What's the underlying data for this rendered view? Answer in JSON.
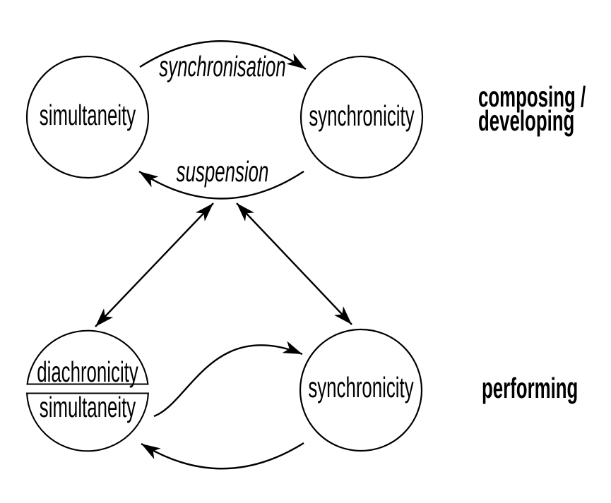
{
  "diagram": {
    "background": "#ffffff",
    "ink_color": "#000000",
    "nodes": {
      "top_left": {
        "label": "simultaneity"
      },
      "top_right": {
        "label": "synchronicity"
      },
      "bottom_left": {
        "label_top": "diachronicity",
        "label_bottom": "simultaneity"
      },
      "bottom_right": {
        "label": "synchronicity"
      }
    },
    "edges": {
      "synchronisation_label": "synchronisation",
      "suspension_label": "suspension"
    },
    "side_labels": {
      "composing_line1": "composing /",
      "composing_line2": "developing",
      "performing": "performing"
    }
  }
}
